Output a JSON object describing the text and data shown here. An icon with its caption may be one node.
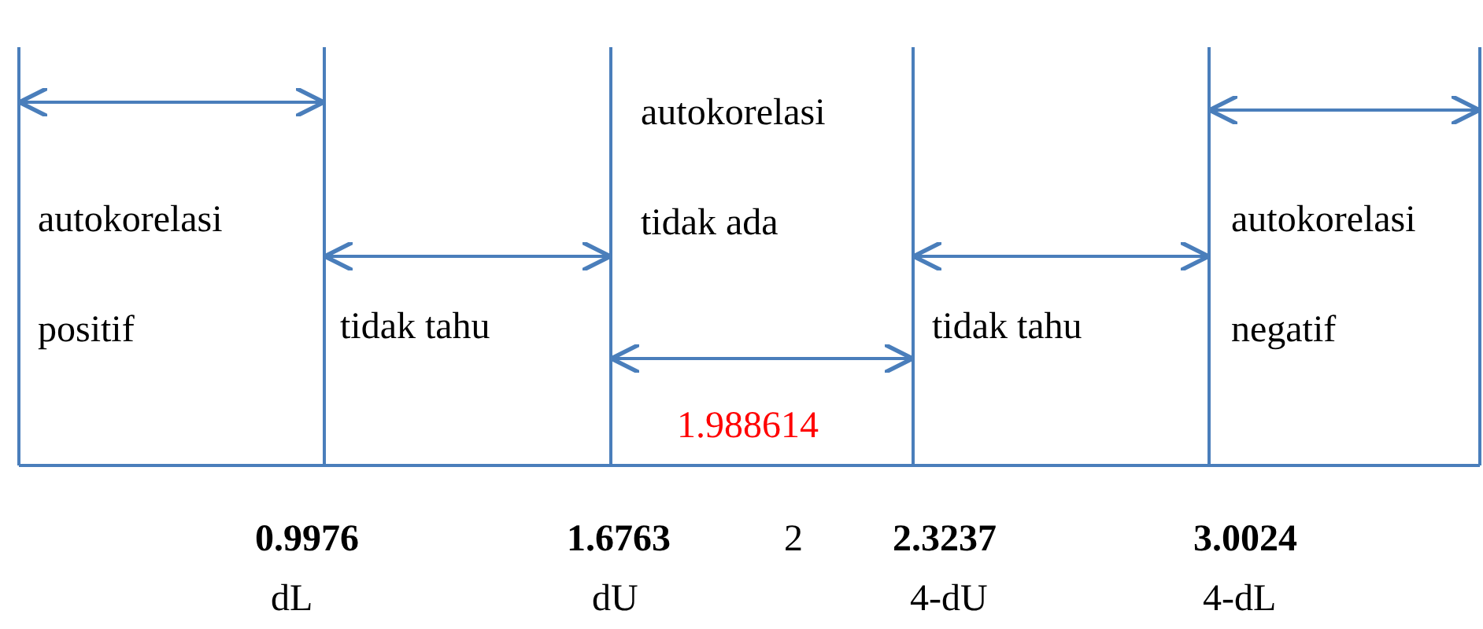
{
  "diagram": {
    "labels": [
      "autokorelasi positif",
      "tidak tahu",
      "autokorelasi tidak ada",
      "tidak tahu",
      "autokorelasi negatif",
      "1.988614",
      "0.9976",
      "1.6763",
      "2",
      "2.3237",
      "3.0024",
      "dL",
      "dU",
      "4-dU",
      "4-dL"
    ]
  }
}
